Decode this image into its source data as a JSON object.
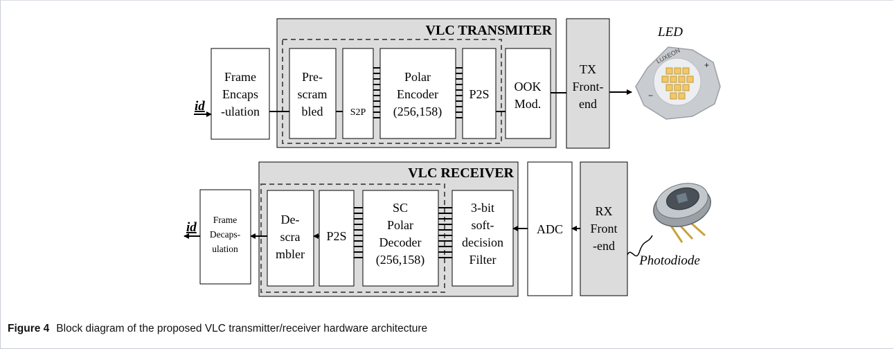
{
  "transmitter": {
    "title": "VLC TRANSMITER",
    "input": "id",
    "frame_encaps": [
      "Frame",
      "Encaps",
      "-ulation"
    ],
    "prescrambled": [
      "Pre-",
      "scram",
      "bled"
    ],
    "s2p": "S2P",
    "polar_encoder": [
      "Polar",
      "Encoder",
      "(256,158)"
    ],
    "p2s": "P2S",
    "ook": [
      "OOK",
      "Mod."
    ],
    "tx_frontend": [
      "TX",
      "Front-",
      "end"
    ],
    "led_label": "LED",
    "led_brand": "LUXEON"
  },
  "receiver": {
    "title": "VLC RECEIVER",
    "output": "id",
    "frame_decaps": [
      "Frame",
      "Decaps-",
      "ulation"
    ],
    "descrambler": [
      "De-",
      "scra",
      "mbler"
    ],
    "p2s": "P2S",
    "polar_decoder": [
      "SC",
      "Polar",
      "Decoder",
      "(256,158)"
    ],
    "filter": [
      "3-bit",
      "soft-",
      "decision",
      "Filter"
    ],
    "adc": "ADC",
    "rx_frontend": [
      "RX",
      "Front",
      "-end"
    ],
    "photodiode_label": "Photodiode"
  },
  "caption": {
    "label": "Figure 4",
    "text": "Block diagram of the proposed VLC transmitter/receiver hardware architecture"
  },
  "colors": {
    "panel_fill": "#dcdcdc",
    "block_fill": "#ffffff",
    "stroke": "#000000",
    "dashed": "#555555"
  }
}
